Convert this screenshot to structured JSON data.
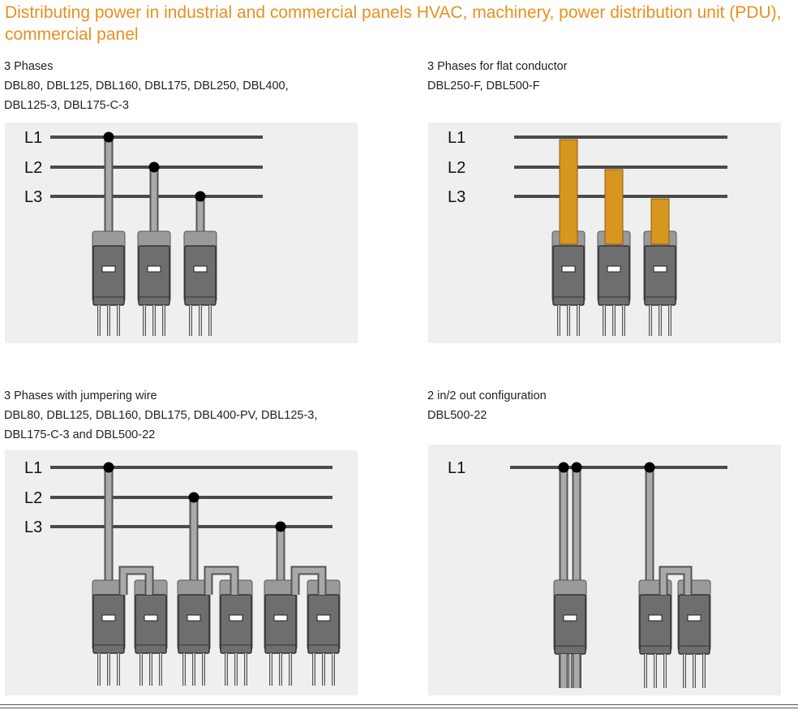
{
  "title": "Distributing power in industrial and commercial panels HVAC, machinery, power distribution unit (PDU), commercial panel",
  "colors": {
    "title": "#e8901e",
    "panel_bg": "#efefef",
    "bus": "#4a4a4a",
    "block": "#6e6e70",
    "flat_conductor": "#d6961f",
    "wire": "#a9a9a9"
  },
  "sections": [
    {
      "heading": "3 Phases",
      "models": [
        "DBL80, DBL125, DBL160, DBL175, DBL250, DBL400,",
        "DBL125-3, DBL175-C-3"
      ],
      "diagram": {
        "lines": [
          "L1",
          "L2",
          "L3"
        ],
        "conductor": "round",
        "blocks": 3
      }
    },
    {
      "heading": "3 Phases for flat conductor",
      "models": [
        "DBL250-F, DBL500-F"
      ],
      "diagram": {
        "lines": [
          "L1",
          "L2",
          "L3"
        ],
        "conductor": "flat",
        "blocks": 3
      }
    },
    {
      "heading": "3 Phases with jumpering wire",
      "models": [
        "DBL80, DBL125, DBL160, DBL175, DBL400-PV, DBL125-3,",
        "DBL175-C-3 and DBL500-22"
      ],
      "diagram": {
        "lines": [
          "L1",
          "L2",
          "L3"
        ],
        "conductor": "round",
        "blocks": 6
      }
    },
    {
      "heading": "2 in/2 out configuration",
      "models": [
        "DBL500-22"
      ],
      "diagram": {
        "lines": [
          "L1"
        ],
        "conductor": "round",
        "blocks": 3
      }
    }
  ]
}
